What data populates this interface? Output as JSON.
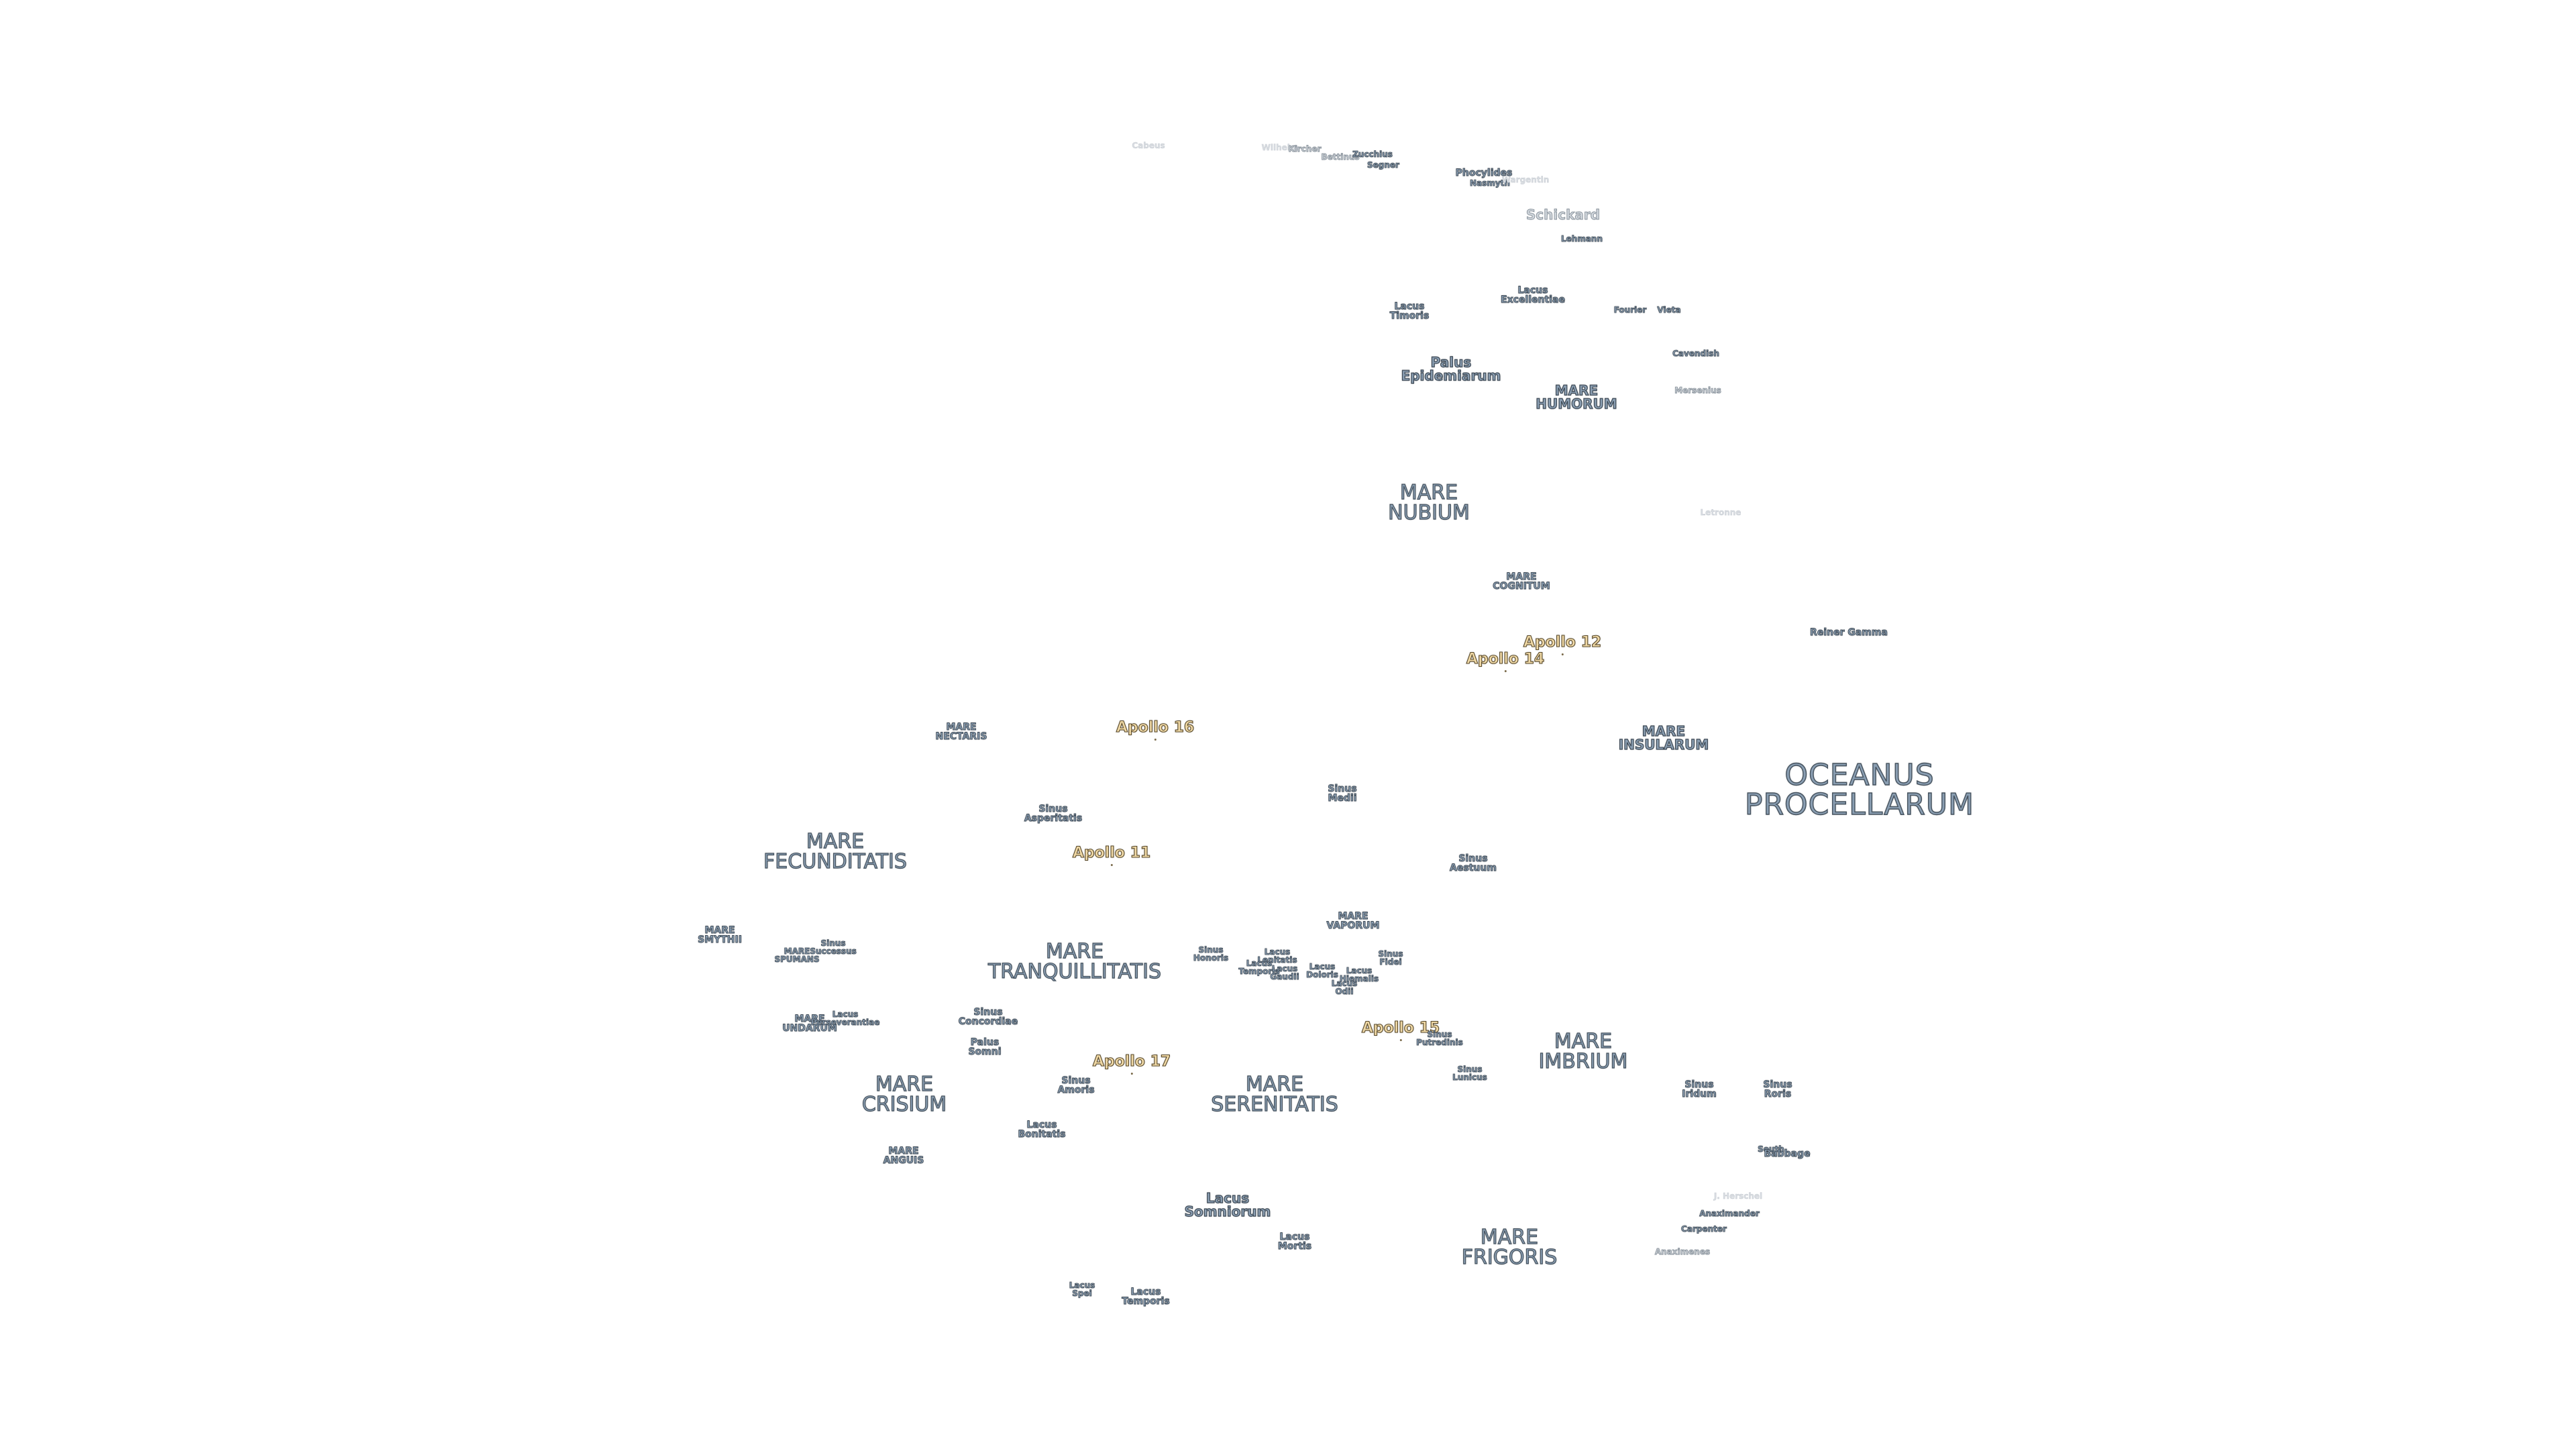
{
  "labels": [
    {
      "text": "Cabeus",
      "kind": "faint"
    },
    {
      "text": "Wilhelm",
      "kind": "faint"
    },
    {
      "text": "Kircher",
      "kind": "semi"
    },
    {
      "text": "Bettinus",
      "kind": "semi"
    },
    {
      "text": "Zucchius",
      "kind": "feature"
    },
    {
      "text": "Segner",
      "kind": "feature"
    },
    {
      "text": "Phocylides",
      "kind": "feature"
    },
    {
      "text": "Nasmyth",
      "kind": "feature"
    },
    {
      "text": "Wargentin",
      "kind": "faint"
    },
    {
      "text": "Schickard",
      "kind": "semi"
    },
    {
      "text": "Lehmann",
      "kind": "feature"
    },
    {
      "text": "Lacus\nExcellentiae",
      "kind": "feature"
    },
    {
      "text": "Lacus\nTimoris",
      "kind": "feature"
    },
    {
      "text": "Fourier",
      "kind": "feature"
    },
    {
      "text": "Vieta",
      "kind": "feature"
    },
    {
      "text": "Palus\nEpidemiarum",
      "kind": "feature"
    },
    {
      "text": "Cavendish",
      "kind": "feature"
    },
    {
      "text": "Mersenius",
      "kind": "semi"
    },
    {
      "text": "MARE\nHUMORUM",
      "kind": "mare"
    },
    {
      "text": "MARE\nNUBIUM",
      "kind": "mare"
    },
    {
      "text": "Letronne",
      "kind": "faint"
    },
    {
      "text": "MARE\nCOGNITUM",
      "kind": "feature"
    },
    {
      "text": "Apollo 12",
      "kind": "apollo"
    },
    {
      "text": "Apollo 14",
      "kind": "apollo"
    },
    {
      "text": "Reiner Gamma",
      "kind": "feature"
    },
    {
      "text": "MARE\nNECTARIS",
      "kind": "feature"
    },
    {
      "text": "Apollo 16",
      "kind": "apollo"
    },
    {
      "text": "MARE\nINSULARUM",
      "kind": "mare"
    },
    {
      "text": "OCEANUS\nPROCELLARUM",
      "kind": "ocean"
    },
    {
      "text": "Sinus\nMedii",
      "kind": "feature"
    },
    {
      "text": "Sinus\nAsperitatis",
      "kind": "feature"
    },
    {
      "text": "MARE\nFECUNDITATIS",
      "kind": "mare"
    },
    {
      "text": "Apollo 11",
      "kind": "apollo"
    },
    {
      "text": "Sinus\nAestuum",
      "kind": "feature"
    },
    {
      "text": "MARE\nVAPORUM",
      "kind": "feature"
    },
    {
      "text": "MARE\nSMYTHII",
      "kind": "feature"
    },
    {
      "text": "Sinus\nSuccessus",
      "kind": "feature"
    },
    {
      "text": "MARE\nSPUMANS",
      "kind": "feature"
    },
    {
      "text": "MARE\nTRANQUILLITATIS",
      "kind": "mare"
    },
    {
      "text": "Sinus\nHonoris",
      "kind": "feature"
    },
    {
      "text": "Lacus\nLenitatis",
      "kind": "feature"
    },
    {
      "text": "Lacus\nTemporis",
      "kind": "feature"
    },
    {
      "text": "Lacus\nGaudii",
      "kind": "feature"
    },
    {
      "text": "Lacus\nDoloris",
      "kind": "feature"
    },
    {
      "text": "Lacus\nHiemalis",
      "kind": "feature"
    },
    {
      "text": "Lacus\nOdii",
      "kind": "feature"
    },
    {
      "text": "Sinus\nFidei",
      "kind": "feature"
    },
    {
      "text": "MARE\nUNDARUM",
      "kind": "feature"
    },
    {
      "text": "Lacus\nPerseverantiae",
      "kind": "feature"
    },
    {
      "text": "Sinus\nConcordiae",
      "kind": "feature"
    },
    {
      "text": "Palus\nSomni",
      "kind": "feature"
    },
    {
      "text": "Apollo 15",
      "kind": "apollo"
    },
    {
      "text": "Sinus\nPutredinis",
      "kind": "feature"
    },
    {
      "text": "MARE\nIMBRIUM",
      "kind": "mare"
    },
    {
      "text": "Apollo 17",
      "kind": "apollo"
    },
    {
      "text": "Sinus\nLunicus",
      "kind": "feature"
    },
    {
      "text": "MARE\nCRISIUM",
      "kind": "mare"
    },
    {
      "text": "Sinus\nAmoris",
      "kind": "feature"
    },
    {
      "text": "MARE\nSERENITATIS",
      "kind": "mare"
    },
    {
      "text": "Sinus\nIridum",
      "kind": "feature"
    },
    {
      "text": "Sinus\nRoris",
      "kind": "feature"
    },
    {
      "text": "Lacus\nBonitatis",
      "kind": "feature"
    },
    {
      "text": "MARE\nANGUIS",
      "kind": "feature"
    },
    {
      "text": "South",
      "kind": "feature"
    },
    {
      "text": "Babbage",
      "kind": "feature"
    },
    {
      "text": "Lacus\nSomniorum",
      "kind": "mare-small"
    },
    {
      "text": "J. Herschel",
      "kind": "faint"
    },
    {
      "text": "Anaximander",
      "kind": "feature"
    },
    {
      "text": "Lacus\nMortis",
      "kind": "feature"
    },
    {
      "text": "Carpenter",
      "kind": "feature"
    },
    {
      "text": "MARE\nFRIGORIS",
      "kind": "mare"
    },
    {
      "text": "Anaximenes",
      "kind": "semi"
    },
    {
      "text": "Lacus\nSpei",
      "kind": "feature"
    },
    {
      "text": "Lacus\nTemporis",
      "kind": "feature"
    }
  ]
}
